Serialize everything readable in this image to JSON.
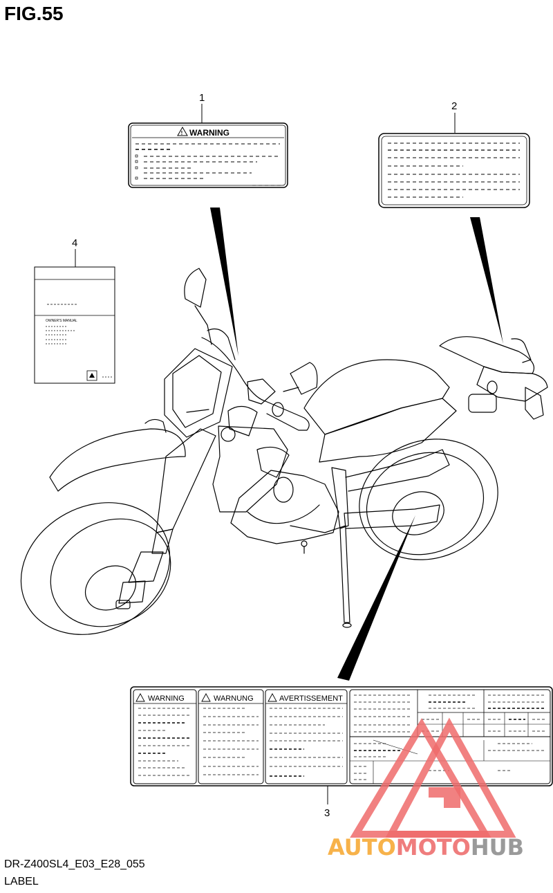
{
  "figure": {
    "title": "FIG.55"
  },
  "callouts": [
    "1",
    "2",
    "3",
    "4"
  ],
  "labels": {
    "warning": "WARNING",
    "warnung": "WARNUNG",
    "avertissement": "AVERTISSEMENT",
    "manual_text": "OWNER'S MANUAL"
  },
  "footer": {
    "code": "DR-Z400SL4_E03_E28_055",
    "caption": "LABEL"
  },
  "watermark": {
    "part1": "AUTO",
    "part2": "MOTO",
    "part3": "HUB"
  },
  "colors": {
    "line": "#000000",
    "watermark_red": "#ef6b6b",
    "watermark_orange": "#f7b24a",
    "watermark_gray": "#9a9a9a"
  }
}
